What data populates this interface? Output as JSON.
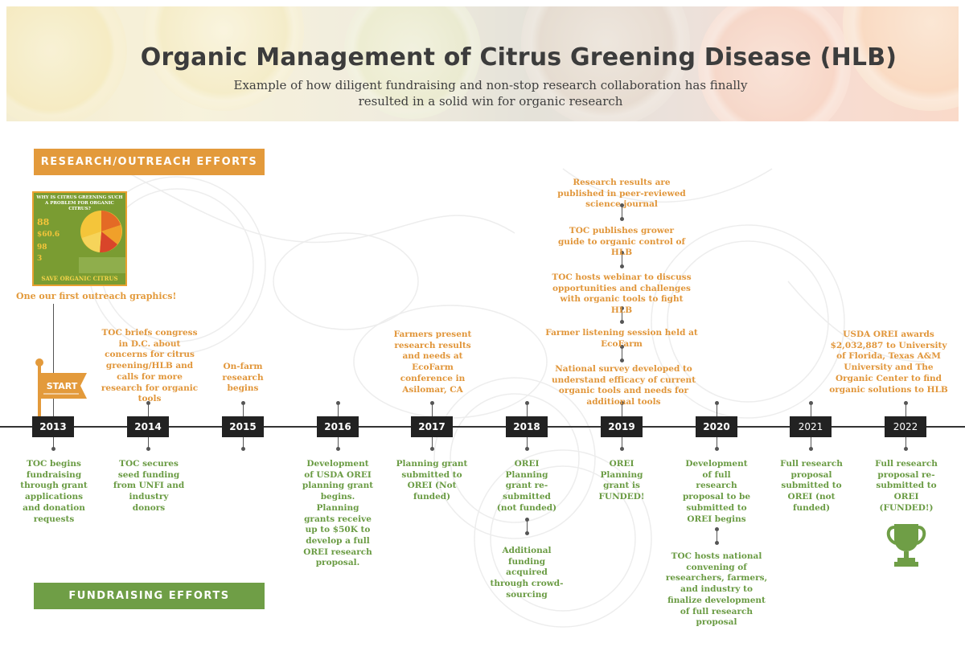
{
  "header": {
    "title": "Organic Management of Citrus Greening Disease (HLB)",
    "subtitle": "Example of how diligent fundraising and non-stop research collaboration has finally resulted in a solid win for organic research"
  },
  "sections": {
    "research": "RESEARCH/OUTREACH EFFORTS",
    "fundraising": "FUNDRAISING EFFORTS"
  },
  "outreach_graphic": {
    "caption": "One our first outreach graphics!",
    "headline": "WHY IS CITRUS GREENING SUCH A PROBLEM FOR ORGANIC CITRUS?",
    "footer": "SAVE ORGANIC CITRUS"
  },
  "start_label": "START",
  "timeline": {
    "years": [
      "2013",
      "2014",
      "2015",
      "2016",
      "2017",
      "2018",
      "2019",
      "2020",
      "2021",
      "2022"
    ],
    "research": {
      "2014": "TOC briefs congress in D.C. about concerns for citrus greening/HLB and calls for more research for organic tools",
      "2015": "On-farm research begins",
      "2017": "Farmers present research results and needs at EcoFarm conference in Asilomar, CA",
      "2019a": "National survey developed to understand efficacy of current organic tools and needs for additional tools",
      "2019b": "Farmer listening session held at EcoFarm",
      "2019c": "TOC hosts webinar to discuss opportunities and challenges with organic tools to fight HLB",
      "2019d": "TOC publishes grower guide to organic control of HLB",
      "2019e": "Research results are published in peer-reviewed science journal",
      "2022": "USDA OREI awards $2,032,887 to University of Florida, Texas A&M University and The Organic Center to find organic solutions to HLB"
    },
    "fundraising": {
      "2013": "TOC begins fundraising through grant applications and donation requests",
      "2014": "TOC secures seed funding from UNFI and industry donors",
      "2016": "Development of USDA OREI planning grant begins. Planning grants receive up to $50K to develop a full OREI research proposal.",
      "2017": "Planning grant submitted to OREI (Not funded)",
      "2018a": "OREI Planning grant re-submitted (not funded)",
      "2018b": "Additional funding acquired through crowd-sourcing",
      "2019": "OREI Planning grant is FUNDED!",
      "2020a": "Development of full research proposal to be submitted to OREI begins",
      "2020b": "TOC hosts national convening of researchers, farmers, and industry to finalize development of full research proposal",
      "2021": "Full research proposal submitted to OREI (not funded)",
      "2022": "Full research proposal re-submitted to OREI (FUNDED!)"
    }
  },
  "colors": {
    "research": "#e39a3b",
    "fundraising": "#6f9e46",
    "axis": "#333333"
  }
}
